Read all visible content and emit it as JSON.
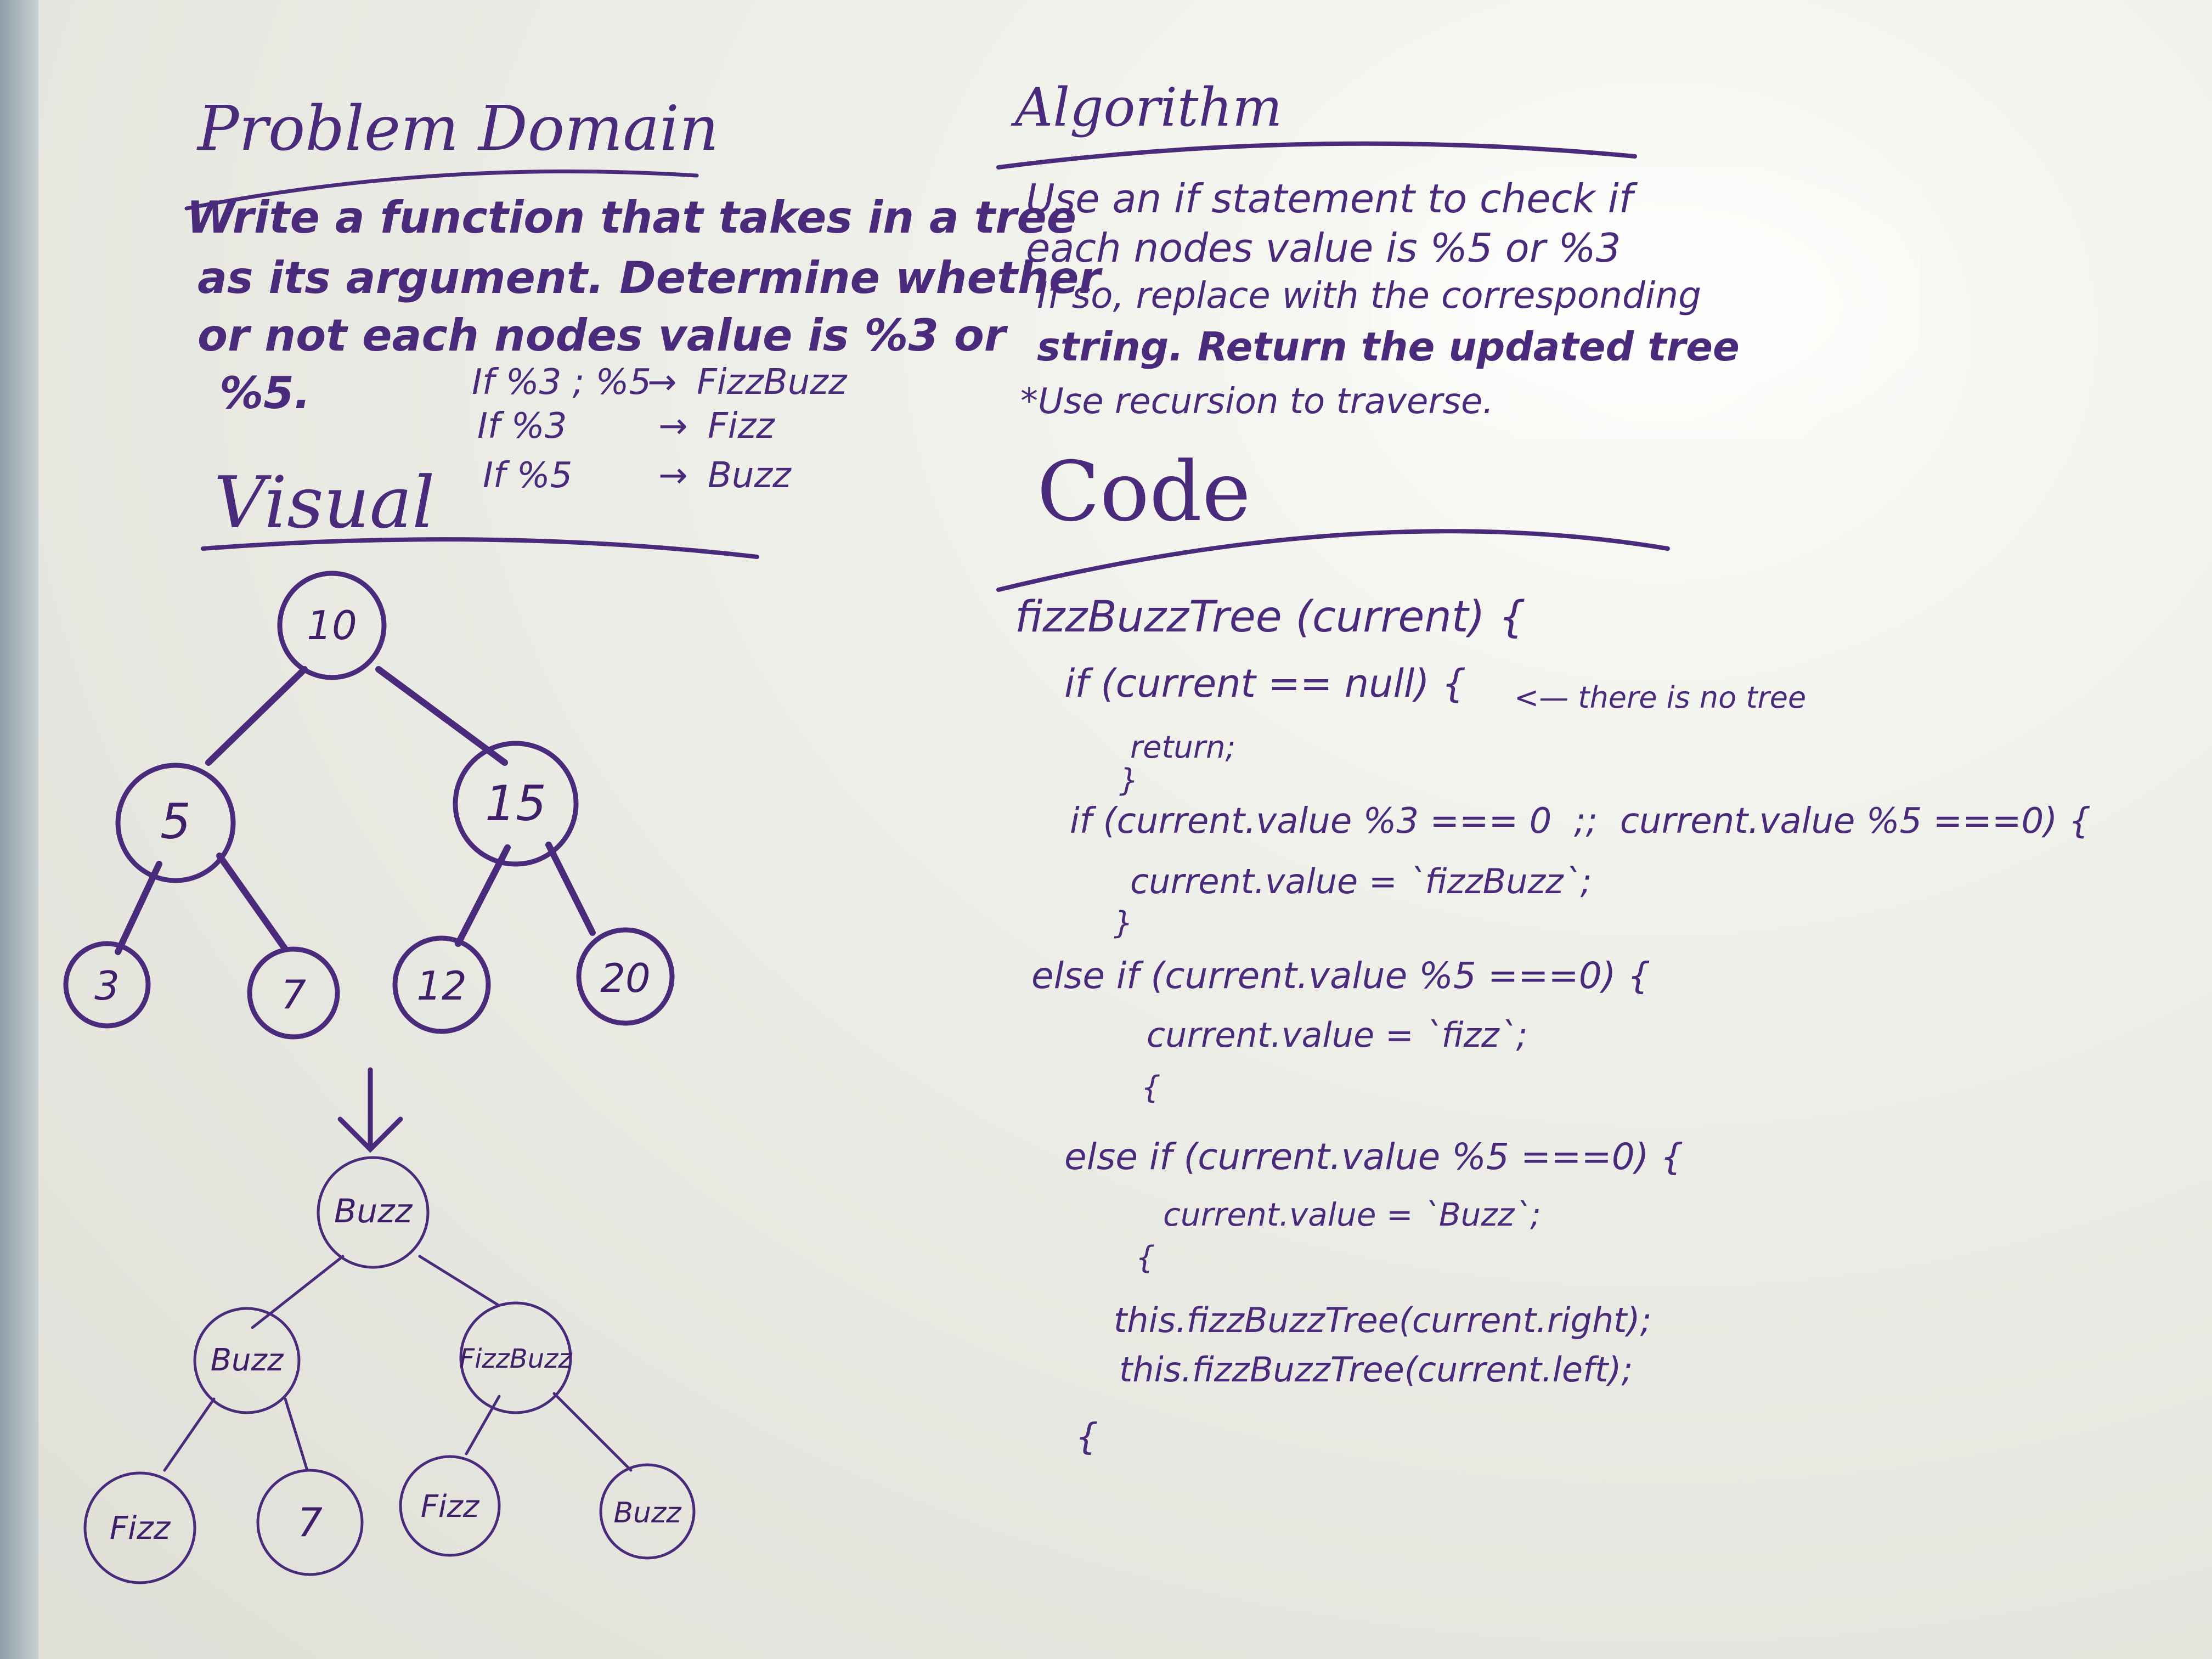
{
  "problem_domain": {
    "heading": "Problem Domain",
    "lines": [
      "Write a function that takes in a tree",
      "as its argument. Determine whether",
      "or not each nodes value is %3 or",
      "%5."
    ],
    "rules": [
      {
        "cond": "If %3 ; %5",
        "arrow": "→",
        "result": "FizzBuzz"
      },
      {
        "cond": "If %3",
        "arrow": "→",
        "result": "Fizz"
      },
      {
        "cond": "If %5",
        "arrow": "→",
        "result": "Buzz"
      }
    ]
  },
  "visual": {
    "heading": "Visual",
    "before_tree": [
      "10",
      "5",
      "15",
      "3",
      "7",
      "12",
      "20"
    ],
    "arrow": "↓",
    "after_tree": [
      "Buzz",
      "Buzz",
      "FizzBuzz",
      "Fizz",
      "7",
      "Fizz",
      "Buzz"
    ]
  },
  "algorithm": {
    "heading": "Algorithm",
    "lines": [
      "Use an if statement to check if",
      "each nodes value is %5 or %3",
      "If so, replace with the corresponding",
      "string. Return the updated tree",
      "*Use recursion to traverse."
    ]
  },
  "code": {
    "heading": "Code",
    "lines": [
      "fizzBuzzTree (current) {",
      "if (current == null) {",
      "return;",
      "}",
      "if (current.value %3 === 0  ;;  current.value %5 ===0) {",
      "current.value = `fizzBuzz`;",
      "}",
      "else if (current.value %5 ===0) {",
      "current.value = `fizz`;",
      "{",
      "else if (current.value %5 ===0) {",
      "current.value = `Buzz`;",
      "{",
      "this.fizzBuzzTree(current.right);",
      "this.fizzBuzzTree(current.left);",
      "{"
    ],
    "note": "<— there is no tree"
  },
  "colors": {
    "ink": "#4a2a7a",
    "board": "#eeeee8"
  }
}
